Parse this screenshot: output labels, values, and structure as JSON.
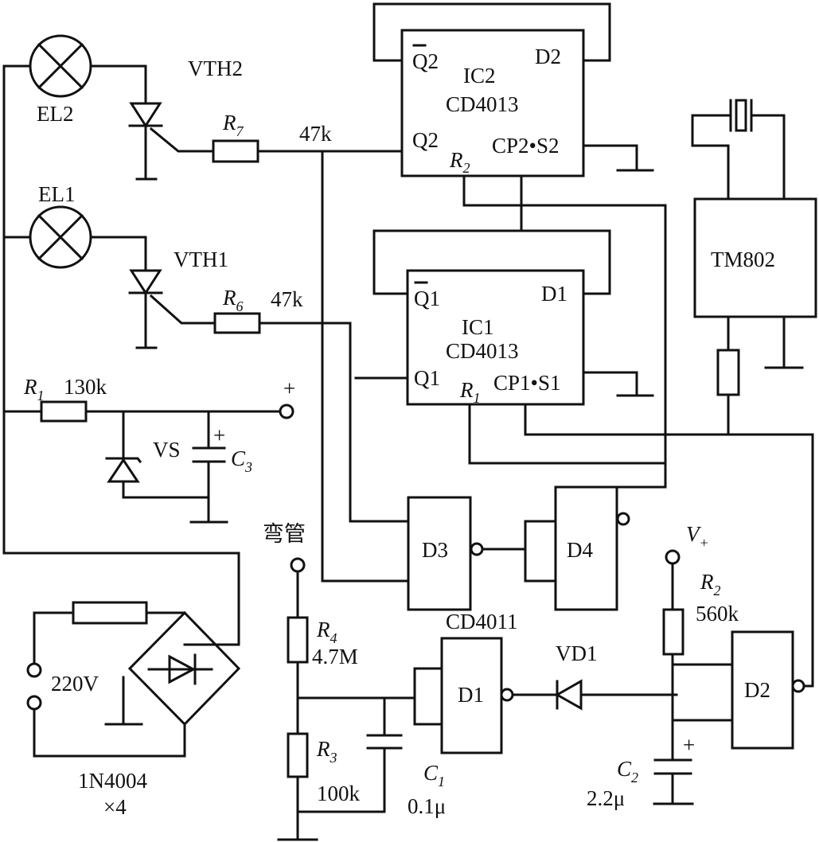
{
  "components": {
    "el2": "EL2",
    "el1": "EL1",
    "vth2": "VTH2",
    "vth1": "VTH1",
    "r7": {
      "name": "R",
      "sub": "7",
      "value": "47k"
    },
    "r6": {
      "name": "R",
      "sub": "6",
      "value": "47k"
    },
    "r1": {
      "name": "R",
      "sub": "1",
      "value": "130k"
    },
    "vs": "VS",
    "c3": {
      "name": "C",
      "sub": "3",
      "polarity": "+"
    },
    "supply_plus": "+",
    "ic2": {
      "name": "IC2",
      "part": "CD4013",
      "pin_q2bar": "Q2",
      "pin_d2": "D2",
      "pin_q2": "Q2",
      "pin_r2": "R",
      "pin_r2_sub": "2",
      "pin_cp2s2": "CP2•S2"
    },
    "ic1": {
      "name": "IC1",
      "part": "CD4013",
      "pin_q1bar": "Q1",
      "pin_d1": "D1",
      "pin_q1": "Q1",
      "pin_r1": "R",
      "pin_r1_sub": "1",
      "pin_cp1s1": "CP1•S1"
    },
    "tm802": "TM802",
    "d3": "D3",
    "d4": "D4",
    "d1": "D1",
    "d2": "D2",
    "cd4011": "CD4011",
    "vd1": "VD1",
    "bend_tube": "弯管",
    "vplus": {
      "name": "V",
      "sub": "+"
    },
    "r2": {
      "name": "R",
      "sub": "2",
      "value": "560k"
    },
    "r4": {
      "name": "R",
      "sub": "4",
      "value": "4.7M"
    },
    "r3": {
      "name": "R",
      "sub": "3",
      "value": "100k"
    },
    "c1": {
      "name": "C",
      "sub": "1",
      "value": "0.1μ"
    },
    "c2": {
      "name": "C",
      "sub": "2",
      "value": "2.2μ",
      "polarity": "+"
    },
    "mains": "220V",
    "rectifier": {
      "part": "1N4004",
      "count": "×4"
    }
  }
}
